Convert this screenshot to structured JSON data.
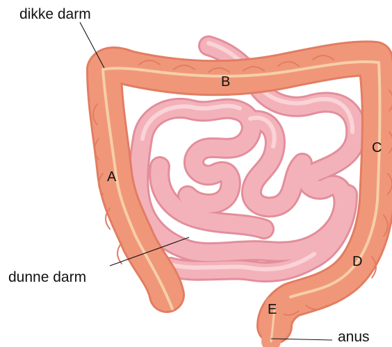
{
  "labels": {
    "large_intestine": "dikke darm",
    "small_intestine": "dunne darm",
    "anus": "anus",
    "a": "A",
    "b": "B",
    "c": "C",
    "d": "D",
    "e": "E"
  },
  "colors": {
    "large_intestine": "#f0977a",
    "large_intestine_band": "#f6cfa8",
    "small_intestine": "#f3b2ba",
    "small_intestine_shadow": "#e38e9b",
    "small_intestine_highlight": "#fbd6da"
  }
}
